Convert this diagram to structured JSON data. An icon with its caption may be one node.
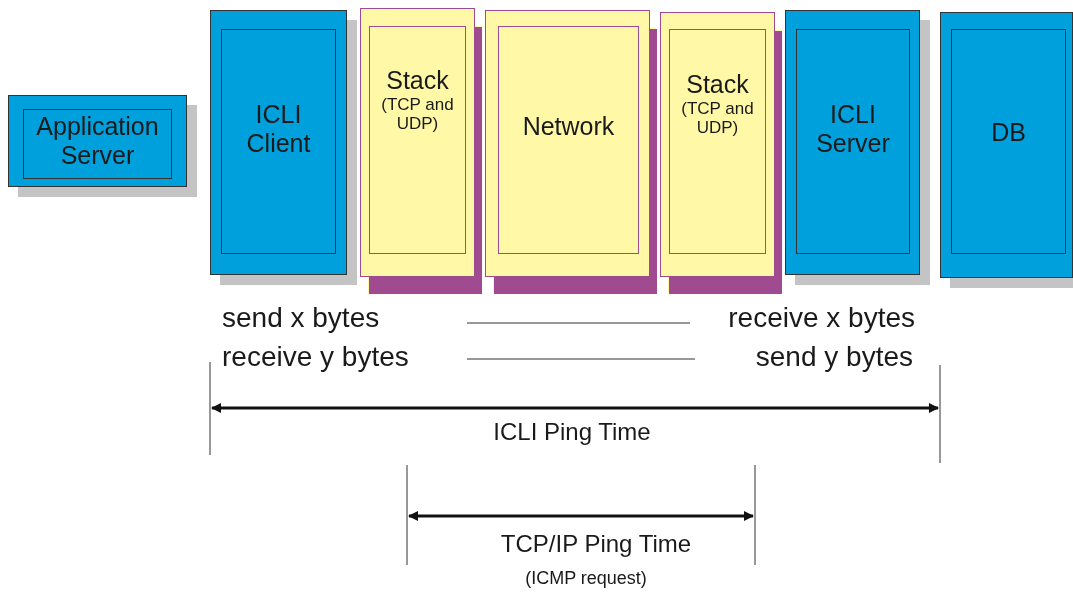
{
  "diagram": {
    "nodes": [
      {
        "text": [
          "Application Server"
        ]
      },
      {
        "text": [
          "ICLI Client"
        ]
      },
      {
        "text": [
          "Stack",
          "(TCP and UDP)"
        ]
      },
      {
        "text": [
          "Network"
        ]
      },
      {
        "text": [
          "Stack",
          "(TCP and UDP)"
        ]
      },
      {
        "text": [
          "ICLI Server"
        ]
      },
      {
        "text": [
          "DB"
        ]
      }
    ],
    "edges": [],
    "labels": [
      "send x bytes",
      "receive x bytes",
      "receive y bytes",
      "send y bytes",
      "ICLI Ping Time",
      "TCP/IP Ping Time",
      "(ICMP request)"
    ]
  }
}
